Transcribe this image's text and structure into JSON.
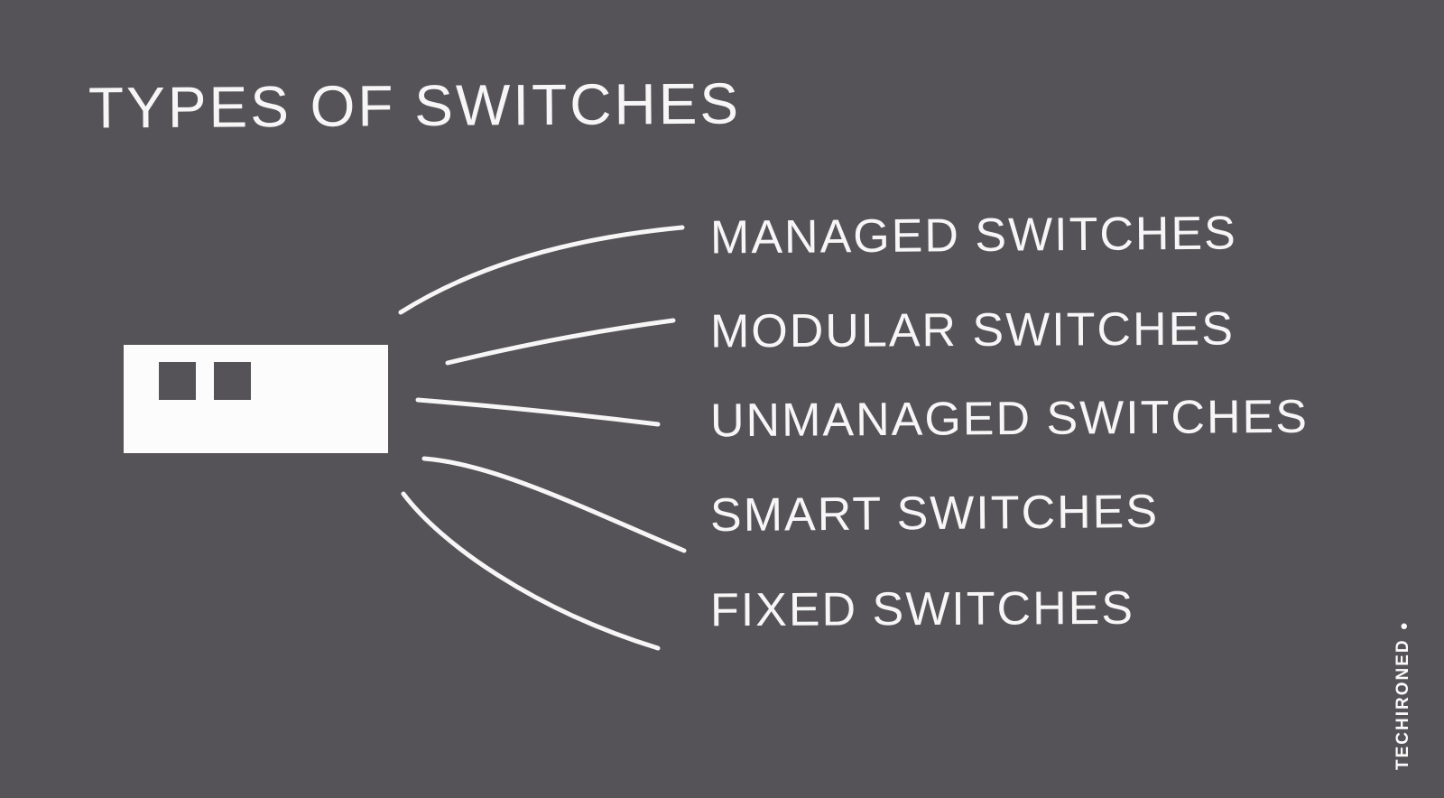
{
  "title": "TYPES OF SWITCHES",
  "diagram": {
    "hub": {
      "name": "network switch device",
      "ports": 2
    },
    "branches": [
      {
        "label": "MANAGED SWITCHES"
      },
      {
        "label": "MODULAR SWITCHES"
      },
      {
        "label": "UNMANAGED SWITCHES"
      },
      {
        "label": "SMART SWITCHES"
      },
      {
        "label": "FIXED SWITCHES"
      }
    ]
  },
  "watermark": {
    "text": "TECHIRONED",
    "dot": "●"
  },
  "colors": {
    "background": "#555357",
    "foreground": "#f7f6f7"
  }
}
